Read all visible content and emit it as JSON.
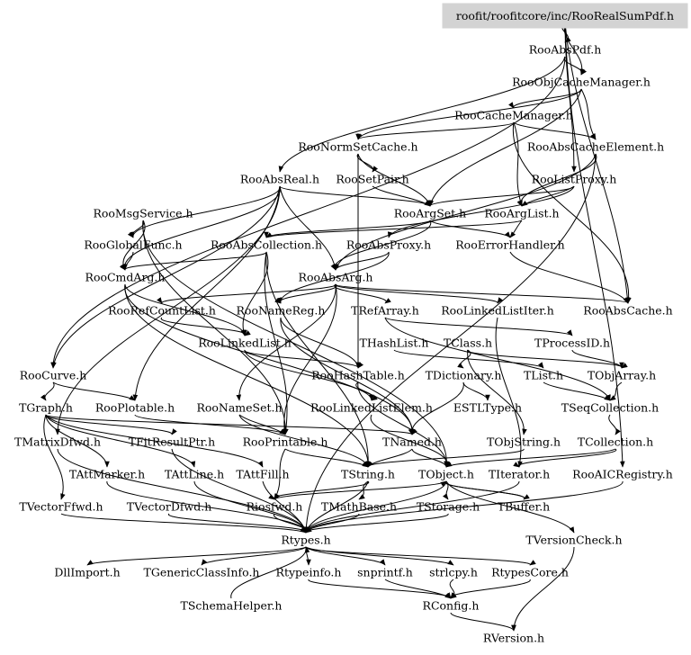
{
  "root": "roofit/roofitcore/inc/RooRealSumPdf.h",
  "nodes": [
    {
      "id": "RooAbsPdf",
      "label": "RooAbsPdf.h"
    },
    {
      "id": "RooObjCacheManager",
      "label": "RooObjCacheManager.h"
    },
    {
      "id": "RooCacheManager",
      "label": "RooCacheManager.h"
    },
    {
      "id": "RooNormSetCache",
      "label": "RooNormSetCache.h"
    },
    {
      "id": "RooAbsCacheElement",
      "label": "RooAbsCacheElement.h"
    },
    {
      "id": "RooAbsReal",
      "label": "RooAbsReal.h"
    },
    {
      "id": "RooSetPair",
      "label": "RooSetPair.h"
    },
    {
      "id": "RooListProxy",
      "label": "RooListProxy.h"
    },
    {
      "id": "RooMsgService",
      "label": "RooMsgService.h"
    },
    {
      "id": "RooArgSet",
      "label": "RooArgSet.h"
    },
    {
      "id": "RooArgList",
      "label": "RooArgList.h"
    },
    {
      "id": "RooGlobalFunc",
      "label": "RooGlobalFunc.h"
    },
    {
      "id": "RooAbsCollection",
      "label": "RooAbsCollection.h"
    },
    {
      "id": "RooAbsProxy",
      "label": "RooAbsProxy.h"
    },
    {
      "id": "RooErrorHandler",
      "label": "RooErrorHandler.h"
    },
    {
      "id": "RooCmdArg",
      "label": "RooCmdArg.h"
    },
    {
      "id": "RooAbsArg",
      "label": "RooAbsArg.h"
    },
    {
      "id": "RooRefCountList",
      "label": "RooRefCountList.h"
    },
    {
      "id": "RooNameReg",
      "label": "RooNameReg.h"
    },
    {
      "id": "TRefArray",
      "label": "TRefArray.h"
    },
    {
      "id": "RooLinkedListIter",
      "label": "RooLinkedListIter.h"
    },
    {
      "id": "RooAbsCache",
      "label": "RooAbsCache.h"
    },
    {
      "id": "RooLinkedList",
      "label": "RooLinkedList.h"
    },
    {
      "id": "THashList",
      "label": "THashList.h"
    },
    {
      "id": "TClass",
      "label": "TClass.h"
    },
    {
      "id": "TProcessID",
      "label": "TProcessID.h"
    },
    {
      "id": "RooCurve",
      "label": "RooCurve.h"
    },
    {
      "id": "RooHashTable",
      "label": "RooHashTable.h"
    },
    {
      "id": "TDictionary",
      "label": "TDictionary.h"
    },
    {
      "id": "TList",
      "label": "TList.h"
    },
    {
      "id": "TObjArray",
      "label": "TObjArray.h"
    },
    {
      "id": "TGraph",
      "label": "TGraph.h"
    },
    {
      "id": "RooPlotable",
      "label": "RooPlotable.h"
    },
    {
      "id": "RooNameSet",
      "label": "RooNameSet.h"
    },
    {
      "id": "RooLinkedListElem",
      "label": "RooLinkedListElem.h"
    },
    {
      "id": "ESTLType",
      "label": "ESTLType.h"
    },
    {
      "id": "TSeqCollection",
      "label": "TSeqCollection.h"
    },
    {
      "id": "TMatrixDfwd",
      "label": "TMatrixDfwd.h"
    },
    {
      "id": "TFitResultPtr",
      "label": "TFitResultPtr.h"
    },
    {
      "id": "RooPrintable",
      "label": "RooPrintable.h"
    },
    {
      "id": "TNamed",
      "label": "TNamed.h"
    },
    {
      "id": "TObjString",
      "label": "TObjString.h"
    },
    {
      "id": "TCollection",
      "label": "TCollection.h"
    },
    {
      "id": "TAttMarker",
      "label": "TAttMarker.h"
    },
    {
      "id": "TAttLine",
      "label": "TAttLine.h"
    },
    {
      "id": "TAttFill",
      "label": "TAttFill.h"
    },
    {
      "id": "TString",
      "label": "TString.h"
    },
    {
      "id": "TObject",
      "label": "TObject.h"
    },
    {
      "id": "TIterator",
      "label": "TIterator.h"
    },
    {
      "id": "RooAICRegistry",
      "label": "RooAICRegistry.h"
    },
    {
      "id": "TVectorFfwd",
      "label": "TVectorFfwd.h"
    },
    {
      "id": "TVectorDfwd",
      "label": "TVectorDfwd.h"
    },
    {
      "id": "Riosfwd",
      "label": "Riosfwd.h"
    },
    {
      "id": "TMathBase",
      "label": "TMathBase.h"
    },
    {
      "id": "TStorage",
      "label": "TStorage.h"
    },
    {
      "id": "TBuffer",
      "label": "TBuffer.h"
    },
    {
      "id": "Rtypes",
      "label": "Rtypes.h"
    },
    {
      "id": "TVersionCheck",
      "label": "TVersionCheck.h"
    },
    {
      "id": "DllImport",
      "label": "DllImport.h"
    },
    {
      "id": "TGenericClassInfo",
      "label": "TGenericClassInfo.h"
    },
    {
      "id": "Rtypeinfo",
      "label": "Rtypeinfo.h"
    },
    {
      "id": "snprintf",
      "label": "snprintf.h"
    },
    {
      "id": "strlcpy",
      "label": "strlcpy.h"
    },
    {
      "id": "RtypesCore",
      "label": "RtypesCore.h"
    },
    {
      "id": "TSchemaHelper",
      "label": "TSchemaHelper.h"
    },
    {
      "id": "RConfig",
      "label": "RConfig.h"
    },
    {
      "id": "RVersion",
      "label": "RVersion.h"
    }
  ],
  "edges": [
    [
      "ROOT",
      "RooAbsPdf"
    ],
    [
      "ROOT",
      "RooObjCacheManager"
    ],
    [
      "ROOT",
      "RooListProxy"
    ],
    [
      "ROOT",
      "RooAICRegistry"
    ],
    [
      "ROOT",
      "RooAbsCache"
    ],
    [
      "RooAbsPdf",
      "RooAbsReal"
    ],
    [
      "RooAbsPdf",
      "RooObjCacheManager"
    ],
    [
      "RooAbsPdf",
      "RooCurve"
    ],
    [
      "RooObjCacheManager",
      "RooCacheManager"
    ],
    [
      "RooObjCacheManager",
      "RooAbsCacheElement"
    ],
    [
      "RooObjCacheManager",
      "RooArgSet"
    ],
    [
      "RooObjCacheManager",
      "RooNormSetCache"
    ],
    [
      "RooCacheManager",
      "RooNormSetCache"
    ],
    [
      "RooCacheManager",
      "RooAbsCacheElement"
    ],
    [
      "RooCacheManager",
      "RooArgList"
    ],
    [
      "RooCacheManager",
      "RooAbsCache"
    ],
    [
      "RooNormSetCache",
      "RooSetPair"
    ],
    [
      "RooNormSetCache",
      "RooHashTable"
    ],
    [
      "RooNormSetCache",
      "RooArgSet"
    ],
    [
      "RooAbsCacheElement",
      "RooArgList"
    ],
    [
      "RooAbsCacheElement",
      "RooAbsArg"
    ],
    [
      "RooAbsCacheElement",
      "Rtypes"
    ],
    [
      "RooAbsReal",
      "RooArgSet"
    ],
    [
      "RooAbsReal",
      "RooAbsArg"
    ],
    [
      "RooAbsReal",
      "RooCmdArg"
    ],
    [
      "RooAbsReal",
      "RooCurve"
    ],
    [
      "RooAbsReal",
      "RooPlotable"
    ],
    [
      "RooAbsReal",
      "TMatrixDfwd"
    ],
    [
      "RooAbsReal",
      "RooGlobalFunc"
    ],
    [
      "RooSetPair",
      "RooArgSet"
    ],
    [
      "RooListProxy",
      "RooArgList"
    ],
    [
      "RooListProxy",
      "RooAbsProxy"
    ],
    [
      "RooListProxy",
      "RooArgSet"
    ],
    [
      "RooMsgService",
      "RooGlobalFunc"
    ],
    [
      "RooMsgService",
      "RooCmdArg"
    ],
    [
      "RooMsgService",
      "TObject"
    ],
    [
      "RooMsgService",
      "RooPrintable"
    ],
    [
      "RooArgSet",
      "RooAbsCollection"
    ],
    [
      "RooArgSet",
      "RooErrorHandler"
    ],
    [
      "RooArgSet",
      "RooAbsArg"
    ],
    [
      "RooArgList",
      "RooAbsCollection"
    ],
    [
      "RooArgList",
      "RooErrorHandler"
    ],
    [
      "RooGlobalFunc",
      "RooCmdArg"
    ],
    [
      "RooAbsCollection",
      "RooCmdArg"
    ],
    [
      "RooAbsCollection",
      "RooLinkedList"
    ],
    [
      "RooAbsCollection",
      "RooPrintable"
    ],
    [
      "RooAbsCollection",
      "TString"
    ],
    [
      "RooAbsProxy",
      "RooAbsArg"
    ],
    [
      "RooAbsProxy",
      "RooNameReg"
    ],
    [
      "RooErrorHandler",
      "RooAbsCache"
    ],
    [
      "RooCmdArg",
      "TNamed"
    ],
    [
      "RooCmdArg",
      "TString"
    ],
    [
      "RooCmdArg",
      "RooLinkedList"
    ],
    [
      "RooAbsArg",
      "RooRefCountList"
    ],
    [
      "RooAbsArg",
      "RooNameReg"
    ],
    [
      "RooAbsArg",
      "TRefArray"
    ],
    [
      "RooAbsArg",
      "RooLinkedListIter"
    ],
    [
      "RooAbsArg",
      "RooAbsCache"
    ],
    [
      "RooAbsArg",
      "RooNameSet"
    ],
    [
      "RooAbsArg",
      "RooPrintable"
    ],
    [
      "RooRefCountList",
      "RooLinkedList"
    ],
    [
      "RooNameReg",
      "TNamed"
    ],
    [
      "RooNameReg",
      "RooHashTable"
    ],
    [
      "TRefArray",
      "TProcessID"
    ],
    [
      "TRefArray",
      "TSeqCollection"
    ],
    [
      "RooLinkedListIter",
      "TIterator"
    ],
    [
      "RooLinkedList",
      "RooHashTable"
    ],
    [
      "RooLinkedList",
      "RooLinkedListElem"
    ],
    [
      "THashList",
      "TList"
    ],
    [
      "TClass",
      "TDictionary"
    ],
    [
      "TClass",
      "TObjArray"
    ],
    [
      "TClass",
      "TObjString"
    ],
    [
      "TProcessID",
      "TObjArray"
    ],
    [
      "RooCurve",
      "TGraph"
    ],
    [
      "RooCurve",
      "RooPlotable"
    ],
    [
      "RooHashTable",
      "RooLinkedListElem"
    ],
    [
      "RooHashTable",
      "TObject"
    ],
    [
      "TDictionary",
      "ESTLType"
    ],
    [
      "TDictionary",
      "TNamed"
    ],
    [
      "TList",
      "TSeqCollection"
    ],
    [
      "TObjArray",
      "TSeqCollection"
    ],
    [
      "TGraph",
      "TNamed"
    ],
    [
      "TGraph",
      "TAttMarker"
    ],
    [
      "TGraph",
      "TAttLine"
    ],
    [
      "TGraph",
      "TAttFill"
    ],
    [
      "TGraph",
      "TVectorFfwd"
    ],
    [
      "TGraph",
      "TFitResultPtr"
    ],
    [
      "RooPlotable",
      "RooPrintable"
    ],
    [
      "RooNameSet",
      "TString"
    ],
    [
      "RooNameSet",
      "RooPrintable"
    ],
    [
      "RooLinkedListElem",
      "TObject"
    ],
    [
      "TSeqCollection",
      "TCollection"
    ],
    [
      "TMatrixDfwd",
      "Rtypes"
    ],
    [
      "TFitResultPtr",
      "Rtypes"
    ],
    [
      "RooPrintable",
      "TString"
    ],
    [
      "RooPrintable",
      "Riosfwd"
    ],
    [
      "TNamed",
      "TString"
    ],
    [
      "TNamed",
      "TObject"
    ],
    [
      "TObjString",
      "TString"
    ],
    [
      "TCollection",
      "TIterator"
    ],
    [
      "TCollection",
      "TObject"
    ],
    [
      "TAttMarker",
      "Rtypes"
    ],
    [
      "TAttLine",
      "Rtypes"
    ],
    [
      "TAttFill",
      "Rtypes"
    ],
    [
      "TString",
      "Riosfwd"
    ],
    [
      "TString",
      "TMathBase"
    ],
    [
      "TString",
      "Rtypes"
    ],
    [
      "TObject",
      "Rtypes"
    ],
    [
      "TObject",
      "TStorage"
    ],
    [
      "TObject",
      "TVersionCheck"
    ],
    [
      "TObject",
      "TBuffer"
    ],
    [
      "TObject",
      "Riosfwd"
    ],
    [
      "TIterator",
      "Rtypes"
    ],
    [
      "RooAICRegistry",
      "Rtypes"
    ],
    [
      "TVectorFfwd",
      "Rtypes"
    ],
    [
      "TVectorDfwd",
      "Rtypes"
    ],
    [
      "Riosfwd",
      "Rtypes"
    ],
    [
      "TMathBase",
      "Rtypes"
    ],
    [
      "TStorage",
      "Rtypes"
    ],
    [
      "TBuffer",
      "TObject"
    ],
    [
      "Rtypes",
      "DllImport"
    ],
    [
      "Rtypes",
      "TGenericClassInfo"
    ],
    [
      "Rtypes",
      "Rtypeinfo"
    ],
    [
      "Rtypes",
      "snprintf"
    ],
    [
      "Rtypes",
      "strlcpy"
    ],
    [
      "Rtypes",
      "RtypesCore"
    ],
    [
      "TSchemaHelper",
      "Rtypes"
    ],
    [
      "TVersionCheck",
      "RVersion"
    ],
    [
      "RtypesCore",
      "RConfig"
    ],
    [
      "snprintf",
      "RConfig"
    ],
    [
      "strlcpy",
      "RConfig"
    ],
    [
      "Rtypeinfo",
      "RConfig"
    ],
    [
      "RConfig",
      "RVersion"
    ]
  ]
}
